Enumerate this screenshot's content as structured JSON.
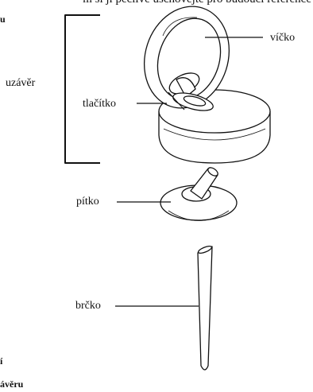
{
  "header_text": "m si ji pečlivě uschovejte pro budoucí reference",
  "left_fragments": [
    "u",
    "í",
    "ávěru"
  ],
  "labels": {
    "cap_assembly": "uzávěr",
    "lid": "víčko",
    "button": "tlačítko",
    "spout": "pítko",
    "straw": "brčko"
  }
}
